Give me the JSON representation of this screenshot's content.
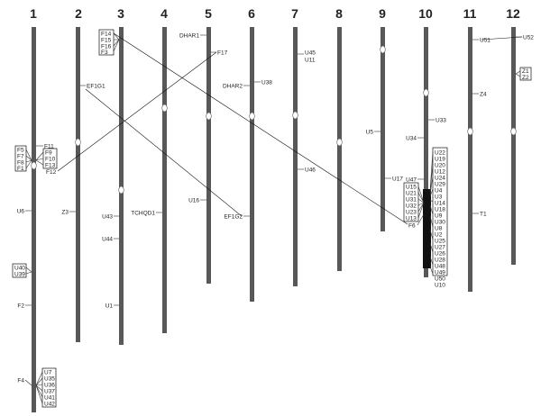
{
  "chromosomes": [
    {
      "number": "1"
    },
    {
      "number": "2"
    },
    {
      "number": "3"
    },
    {
      "number": "4"
    },
    {
      "number": "5"
    },
    {
      "number": "6"
    },
    {
      "number": "7"
    },
    {
      "number": "8"
    },
    {
      "number": "9"
    },
    {
      "number": "10"
    },
    {
      "number": "11"
    },
    {
      "number": "12"
    }
  ],
  "markers": {
    "F11": "F11",
    "F5": "F5",
    "F9": "F9",
    "F7": "F7",
    "F10": "F10",
    "F8": "F8",
    "F13": "F13",
    "F1": "F1",
    "F12": "F12",
    "U6": "U6",
    "U40": "U40",
    "U39": "U39",
    "F2": "F2",
    "F4": "F4",
    "U7": "U7",
    "U35": "U35",
    "U36": "U36",
    "U37": "U37",
    "U41": "U41",
    "U42": "U42",
    "EF1G1": "EF1G1",
    "Z3": "Z3",
    "F14": "F14",
    "F15": "F15",
    "F16": "F16",
    "F3": "F3",
    "U43": "U43",
    "U44": "U44",
    "U1": "U1",
    "TCHQD1": "TCHQD1",
    "DHAR1": "DHAR1",
    "F17": "F17",
    "U16": "U16",
    "DHAR2": "DHAR2",
    "U38": "U38",
    "EF1G2": "EF1G2",
    "U45": "U45",
    "U11": "U11",
    "U46": "U46",
    "U5": "U5",
    "U17": "U17",
    "U33": "U33",
    "U34": "U34",
    "U47": "U47",
    "F6": "F6",
    "U15": "U15",
    "U21": "U21",
    "U31": "U31",
    "U32": "U32",
    "U23": "U23",
    "U13": "U13",
    "U22": "U22",
    "U19": "U19",
    "U20": "U20",
    "U12": "U12",
    "U24": "U24",
    "U29": "U29",
    "U4": "U4",
    "U3": "U3",
    "U14": "U14",
    "U18": "U18",
    "U9": "U9",
    "U30": "U30",
    "U8": "U8",
    "U2": "U2",
    "U25": "U25",
    "U27": "U27",
    "U26": "U26",
    "U28": "U28",
    "U48": "U48",
    "U49": "U49",
    "U50": "U50",
    "U10": "U10",
    "U51": "U51",
    "U52": "U52",
    "Z4": "Z4",
    "T1": "T1",
    "Z1": "Z1",
    "Z2": "Z2"
  }
}
